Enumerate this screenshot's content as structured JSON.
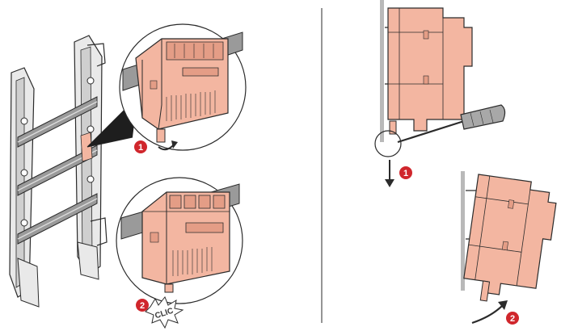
{
  "colors": {
    "device_fill": "#f3b6a1",
    "device_dark": "#e49d86",
    "outline": "#2b2b2b",
    "rail": "#8c8c8c",
    "rail_dark": "#5a5a5a",
    "badge_red": "#d0262c",
    "wall": "#b9b9b9",
    "screwdriver": "#a8a8a8"
  },
  "mounting": {
    "step_one": "1",
    "step_two": "2",
    "click_text": "CLIC"
  },
  "removal": {
    "step_one": "1",
    "step_two": "2"
  }
}
